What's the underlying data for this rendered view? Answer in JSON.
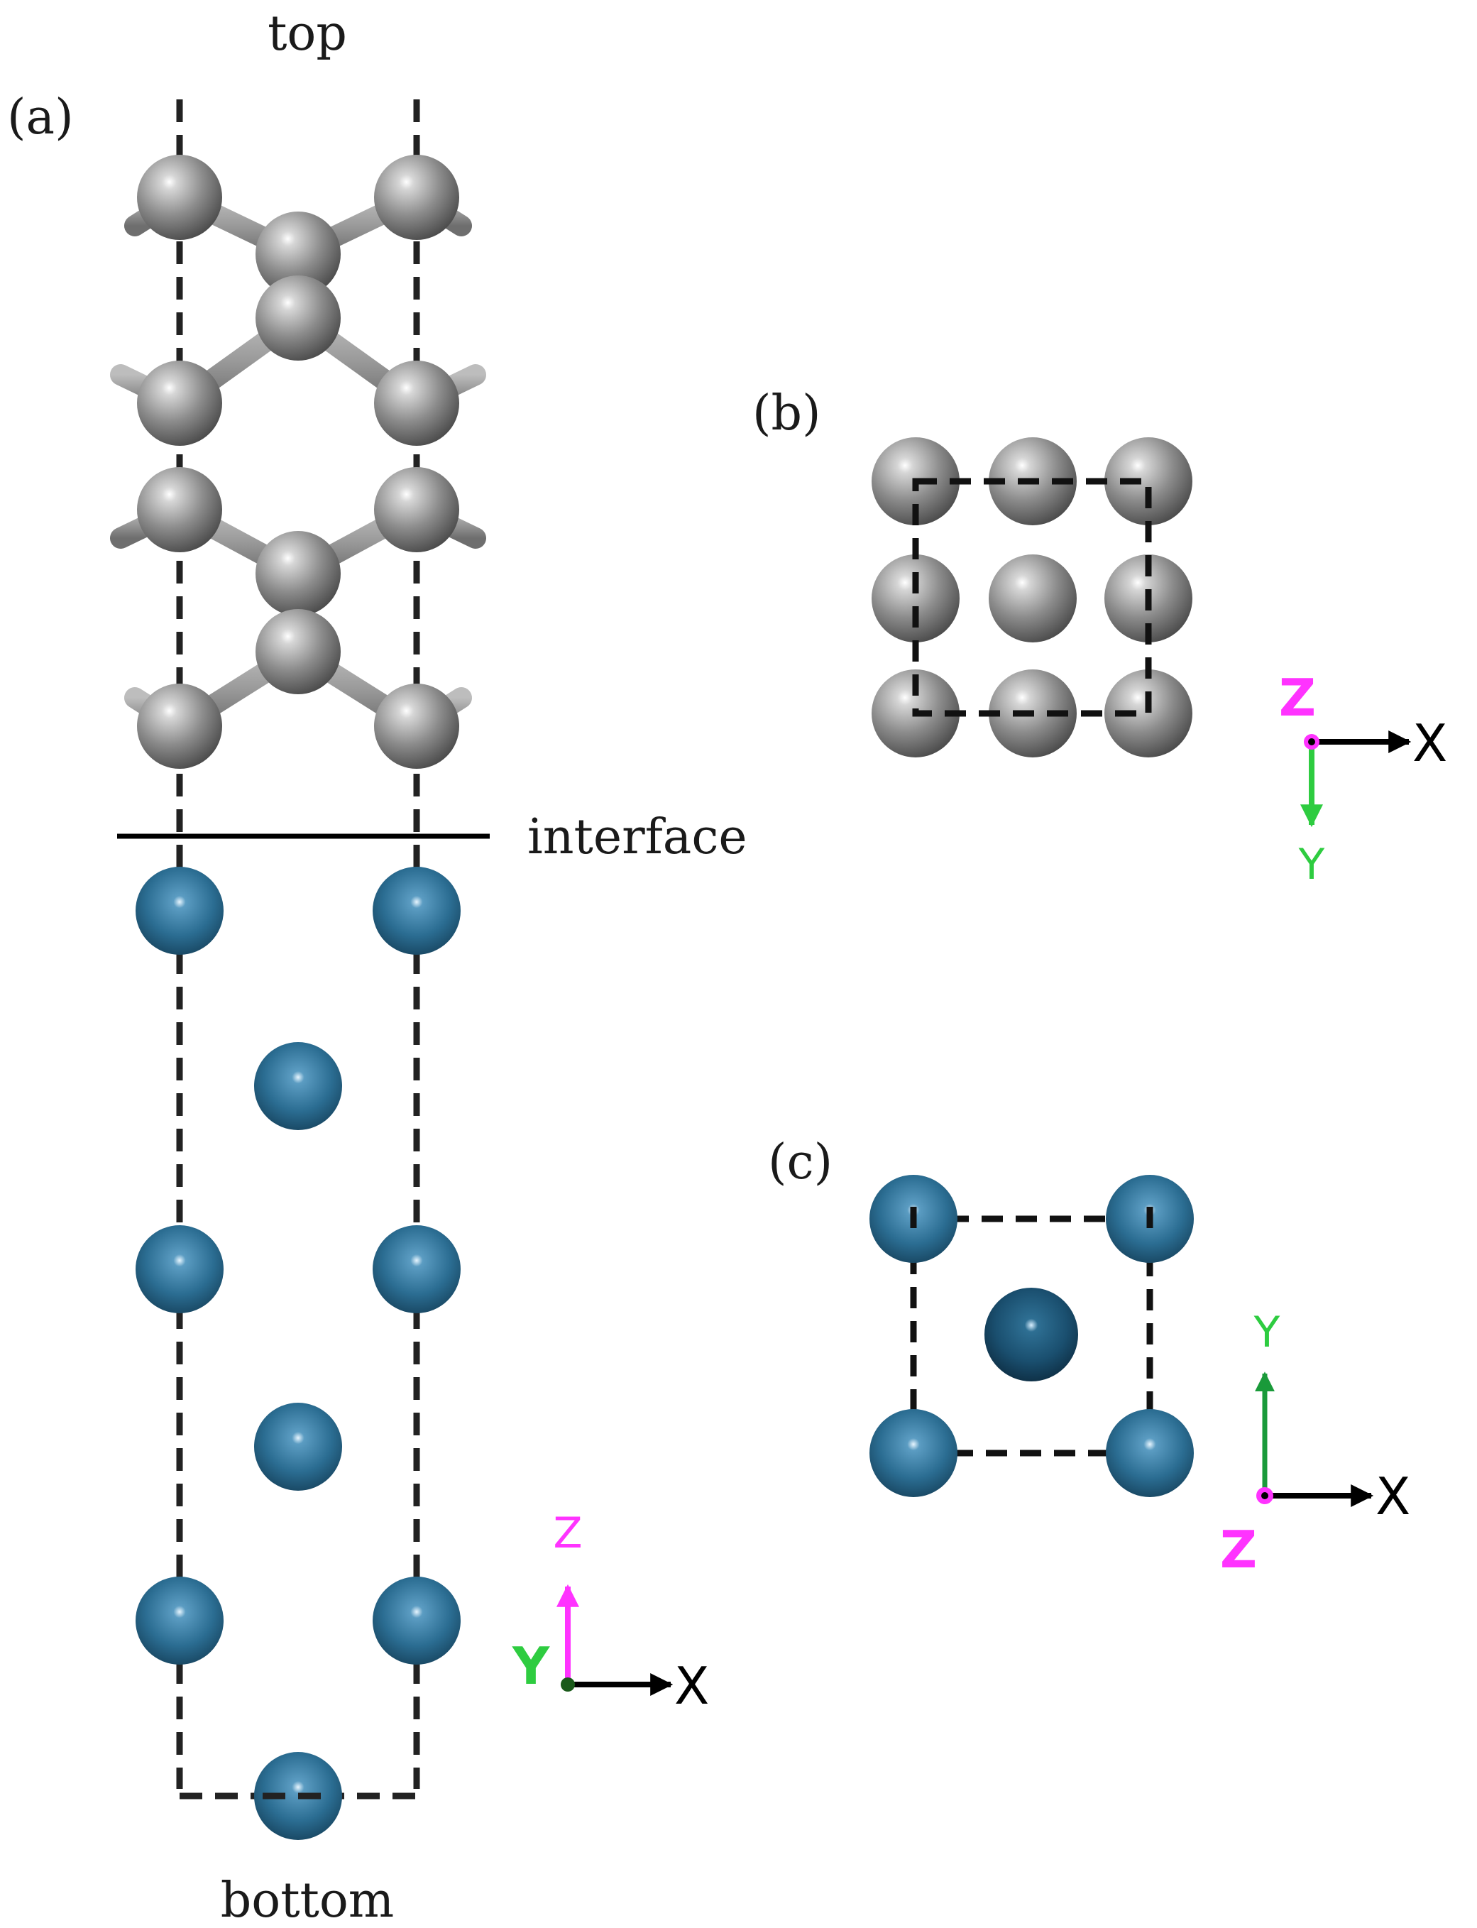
{
  "labels": {
    "top": "top",
    "bottom": "bottom",
    "interface": "interface",
    "panel_a": "(a)",
    "panel_b": "(b)",
    "panel_c": "(c)"
  },
  "axes": {
    "a": {
      "x": "X",
      "y": "Y",
      "z": "Z"
    },
    "b": {
      "x": "X",
      "y": "Y",
      "z": "Z"
    },
    "c": {
      "x": "X",
      "y": "Y",
      "z": "Z"
    }
  },
  "colors": {
    "carbon_atom": "#8a8a8a",
    "metal_atom": "#2e6f93",
    "metal_atom_center": "#1f5677",
    "axis_x": "#000000",
    "axis_y": "#2ecc40",
    "axis_y_c": "#1a9a3a",
    "axis_z": "#ff33ff",
    "cell_line": "#222222"
  }
}
